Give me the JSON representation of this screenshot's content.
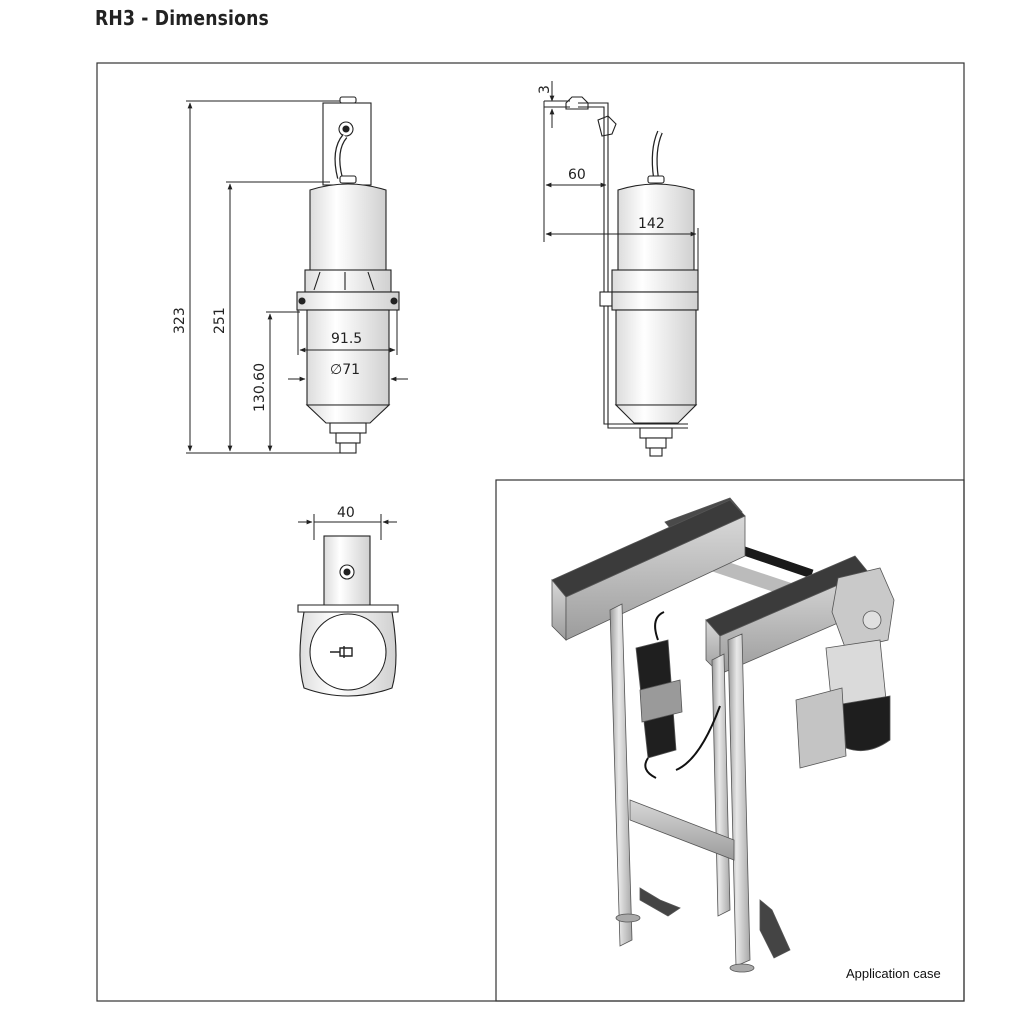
{
  "title": "RH3 - Dimensions",
  "dimensions": {
    "front": {
      "total_height": "323",
      "body_height": "251",
      "lower_height": "130.60",
      "width": "91.5",
      "diameter": "∅71"
    },
    "side": {
      "top_offset": "3",
      "mount_depth": "60",
      "overall_depth": "142"
    },
    "top": {
      "width": "40"
    }
  },
  "photo": {
    "caption": "Application case"
  }
}
